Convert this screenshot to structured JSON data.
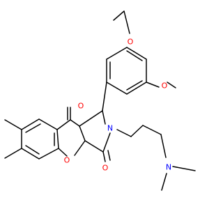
{
  "colors": {
    "bond": "#000000",
    "oxygen": "#ff0000",
    "nitrogen": "#0000ff",
    "background": "#ffffff"
  },
  "atoms": {
    "o_ethoxy": "O",
    "o_methoxy": "O",
    "o_ketone_top": "O",
    "o_ring": "O",
    "o_lactam": "O",
    "n_ring": "N",
    "n_amine": "N"
  }
}
